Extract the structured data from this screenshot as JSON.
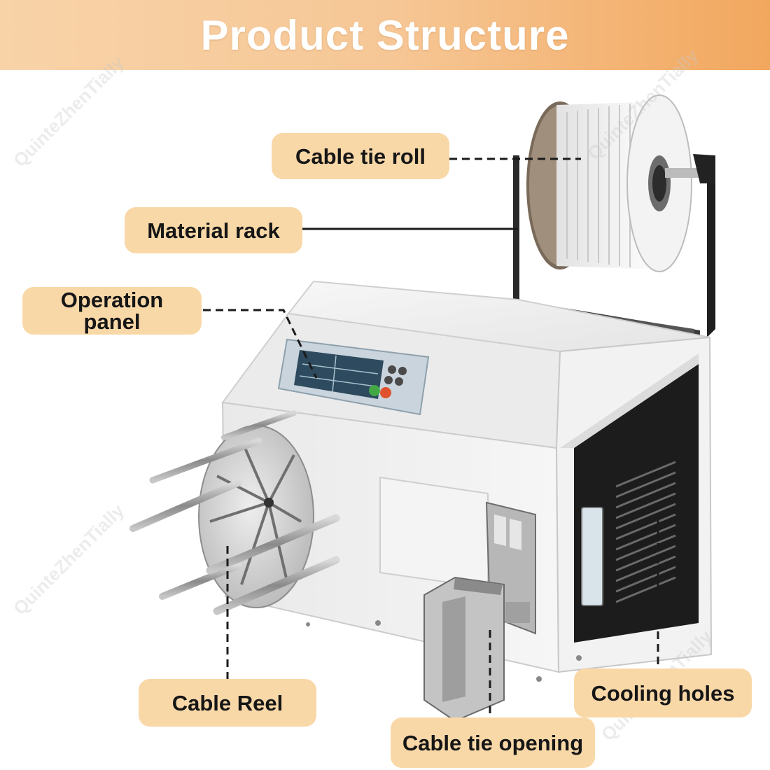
{
  "banner": {
    "title": "Product Structure"
  },
  "labels": {
    "cable_tie_roll": "Cable tie roll",
    "material_rack": "Material rack",
    "operation_panel": "Operation\npanel",
    "cable_reel": "Cable Reel",
    "cooling_holes": "Cooling holes",
    "cable_tie_opening": "Cable tie opening"
  },
  "watermark": "QuinteZhenTially",
  "colors": {
    "banner_start": "#f8d3a8",
    "banner_end": "#f2a75e",
    "label_fill": "#f9d8a8",
    "machine_body": "#f2f2f2",
    "machine_dark_panel": "#1c1c1c",
    "leader_line": "#1b1b1b",
    "start_button": "#43a843",
    "stop_button": "#e0522d"
  }
}
